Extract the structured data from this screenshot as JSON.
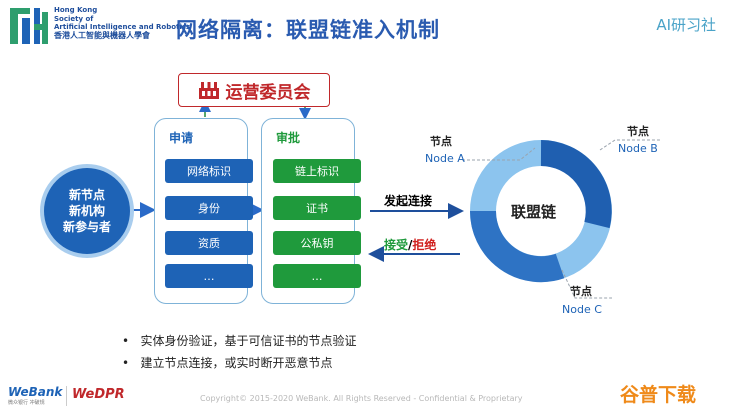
{
  "logo": {
    "line1": "Hong Kong",
    "line2": "Society of",
    "line3": "Artificial Intelligence and Robotics",
    "line4": "香港人工智能與機器人學會"
  },
  "title": "网络隔离：联盟链准入机制",
  "brand": "AI研习社",
  "committee": "运营委员会",
  "applicant": [
    "新节点",
    "新机构",
    "新参与者"
  ],
  "apply": {
    "header": "申请",
    "items": [
      "网络标识",
      "身份",
      "资质",
      "…"
    ]
  },
  "review": {
    "header": "审批",
    "items": [
      "链上标识",
      "证书",
      "公私钥",
      "…"
    ]
  },
  "arrows": {
    "initiate": "发起连接",
    "accept": "接受",
    "slash": "/",
    "reject": "拒绝"
  },
  "chain": {
    "center": "联盟链",
    "node_a_cn": "节点",
    "node_a_en": "Node A",
    "node_b_cn": "节点",
    "node_b_en": "Node B",
    "node_c_cn": "节点",
    "node_c_en": "Node C"
  },
  "bullets": [
    "实体身份验证，基于可信证书的节点验证",
    "建立节点连接，或实时断开恶意节点"
  ],
  "footer": {
    "webank": "WeBank",
    "webank_sub": "微众银行 冲破规",
    "wedpr": "WeDPR",
    "copyright": "Copyright© 2015-2020 WeBank. All Rights Reserved - Confidential & Proprietary",
    "watermark_site": "谷普下载"
  },
  "colors": {
    "title": "#2a5bb0",
    "blue_chip": "#1e63b6",
    "green_chip": "#1f9a3c",
    "committee_red": "#c0282b",
    "ring_dark": "#1f5fb0",
    "ring_light": "#8cc4ee",
    "reject_red": "#d0201e",
    "accept_green": "#1f9a3c"
  }
}
